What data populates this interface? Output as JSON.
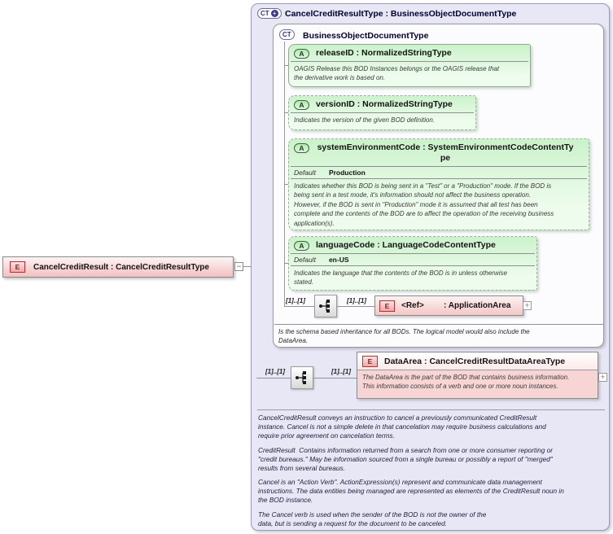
{
  "colors": {
    "complex_type_background": "#e7e7f6",
    "element_pink": "#f3c0c0",
    "attribute_green": "#cbf2ca",
    "doc_pink": "#f7d5d5",
    "border_gray": "#9a9a9a"
  },
  "root_element": {
    "icon": "E",
    "label": "CancelCreditResult : CancelCreditResultType",
    "collapse_glyph": "−"
  },
  "main_box": {
    "icon_text": "CT",
    "icon_plus": "+",
    "title": "CancelCreditResultType : BusinessObjectDocumentType",
    "base_box": {
      "icon_text": "CT",
      "title": "BusinessObjectDocumentType",
      "attributes": [
        {
          "icon": "A",
          "title": "releaseID : NormalizedStringType",
          "doc": "OAGIS Release this BOD Instances belongs or the OAGIS release that\nthe derivative work is based on."
        },
        {
          "icon": "A",
          "title": "versionID : NormalizedStringType",
          "doc": "Indicates the version of the given BOD definition."
        },
        {
          "icon": "A",
          "title": "systemEnvironmentCode : SystemEnvironmentCodeContentType",
          "default_label": "Default",
          "default_value": "Production",
          "doc": "Indicates whether this BOD is being sent in a \"Test\" or a \"Production\" mode. If the BOD is\nbeing sent in a test mode, it's information should not affect the business operation.\nHowever, if the BOD is sent in \"Production\" mode it is assumed that all test has been\ncomplete and the contents of the BOD are to affect the operation of the receiving business\napplication(s)."
        },
        {
          "icon": "A",
          "title": "languageCode : LanguageCodeContentType",
          "default_label": "Default",
          "default_value": "en-US",
          "doc": "Indicates the language that the contents of the BOD is in unless otherwise\nstated."
        }
      ],
      "ref_row": {
        "cardinality_left": "[1]..[1]",
        "cardinality_right": "[1]..[1]",
        "element": {
          "icon": "E",
          "name": "<Ref>",
          "type": ": ApplicationArea",
          "expand_glyph": "+"
        }
      },
      "doc": "Is the schema based inheritance for all BODs. The logical model would also include the\nDataArea."
    },
    "data_area_row": {
      "cardinality_left": "[1]..[1]",
      "cardinality_right": "[1]..[1]",
      "element": {
        "icon": "E",
        "title": "DataArea : CancelCreditResultDataAreaType",
        "doc": "The DataArea is the part of the BOD that contains business information.\nThis information consists of a verb and one or more noun instances.",
        "expand_glyph": "+"
      }
    },
    "footer_paragraphs": [
      "CancelCreditResult conveys an instruction to cancel a previously communicated CreditResult\ninstance. Cancel is not a simple delete in that cancelation may require business calculations and\nrequire prior agreement on cancelation terms.",
      "CreditResult  Contains information returned from a search from one or more consumer reporting or\n\"credit bureaus.\" May be information sourced from a single bureau or possibly a report of \"merged\"\nresults from several bureaus.",
      "Cancel is an \"Action Verb\". ActionExpression(s) represent and communicate data management\ninstructions. The data entities being managed are represented as elements of the CreditResult noun in\nthe BOD instance.",
      "The Cancel verb is used when the sender of the BOD is not the owner of the\ndata, but is sending a request for the document to be canceled."
    ]
  }
}
